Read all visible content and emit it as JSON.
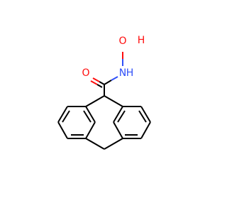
{
  "molecule": {
    "atoms": {
      "oxygen_hydroxyl": "O",
      "hydrogen_hydroxyl": "H",
      "nitrogen": "N",
      "hydrogen_amide": "H",
      "oxygen_carbonyl": "O"
    },
    "colors": {
      "bond": "#000000",
      "oxygen": "#ff0d0d",
      "nitrogen": "#3050f8",
      "background": "#ffffff"
    }
  }
}
